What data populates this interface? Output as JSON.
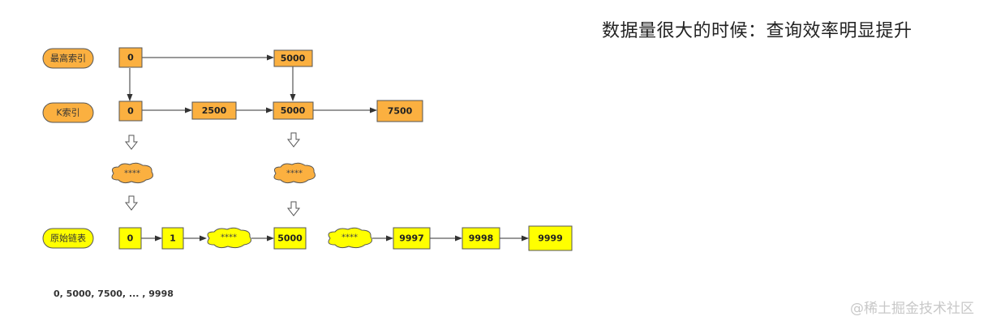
{
  "title": "数据量很大的时候：查询效率明显提升",
  "watermark": "@稀土掘金技术社区",
  "footnote": "0, 5000, 7500, ... , 9998",
  "colors": {
    "index": "#fbb040",
    "base": "#ffff00",
    "stroke": "#555555"
  },
  "rows": {
    "top_index": {
      "label": "最高索引",
      "nodes": [
        "0",
        "5000"
      ]
    },
    "k_index": {
      "label": "K索引",
      "nodes": [
        "0",
        "2500",
        "5000",
        "7500"
      ]
    },
    "base_list": {
      "label": "原始链表",
      "nodes": [
        "0",
        "1",
        "5000",
        "9997",
        "9998",
        "9999"
      ]
    }
  },
  "clouds": {
    "index": "****",
    "base": "****"
  }
}
